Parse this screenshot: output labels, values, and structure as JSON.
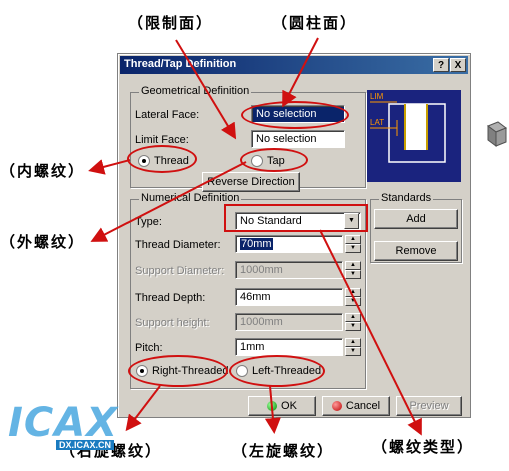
{
  "annotations": {
    "limit": "（限制面）",
    "cylinder": "（圆柱面）",
    "internal": "（内螺纹）",
    "external": "（外螺纹）",
    "right": "（右旋螺纹）",
    "left": "（左旋螺纹）",
    "type": "（螺纹类型）"
  },
  "dialog": {
    "title": "Thread/Tap Definition",
    "help": "?",
    "close": "X",
    "geometrical": {
      "title": "Geometrical Definition",
      "lateral_label": "Lateral Face:",
      "lateral_value": "No selection",
      "limit_label": "Limit Face:",
      "limit_value": "No selection",
      "thread_label": "Thread",
      "tap_label": "Tap",
      "reverse_label": "Reverse Direction"
    },
    "preview_image": {
      "lim": "LIM",
      "lat": "LAT"
    },
    "numerical": {
      "title": "Numerical Definition",
      "type_label": "Type:",
      "type_value": "No Standard",
      "diameter_label": "Thread Diameter:",
      "diameter_value": "70mm",
      "support_diameter_label": "Support Diameter:",
      "support_diameter_value": "1000mm",
      "depth_label": "Thread Depth:",
      "depth_value": "46mm",
      "support_height_label": "Support height:",
      "support_height_value": "1000mm",
      "pitch_label": "Pitch:",
      "pitch_value": "1mm",
      "right_label": "Right-Threaded",
      "left_label": "Left-Threaded"
    },
    "standards": {
      "title": "Standards",
      "add": "Add",
      "remove": "Remove"
    },
    "buttons": {
      "ok": "OK",
      "cancel": "Cancel",
      "preview": "Preview"
    }
  },
  "watermark": {
    "logo": "ICAX",
    "url": "DX.ICAX.CN"
  },
  "colors": {
    "annotation_red": "#d01010",
    "title_blue": "#0a246a"
  }
}
